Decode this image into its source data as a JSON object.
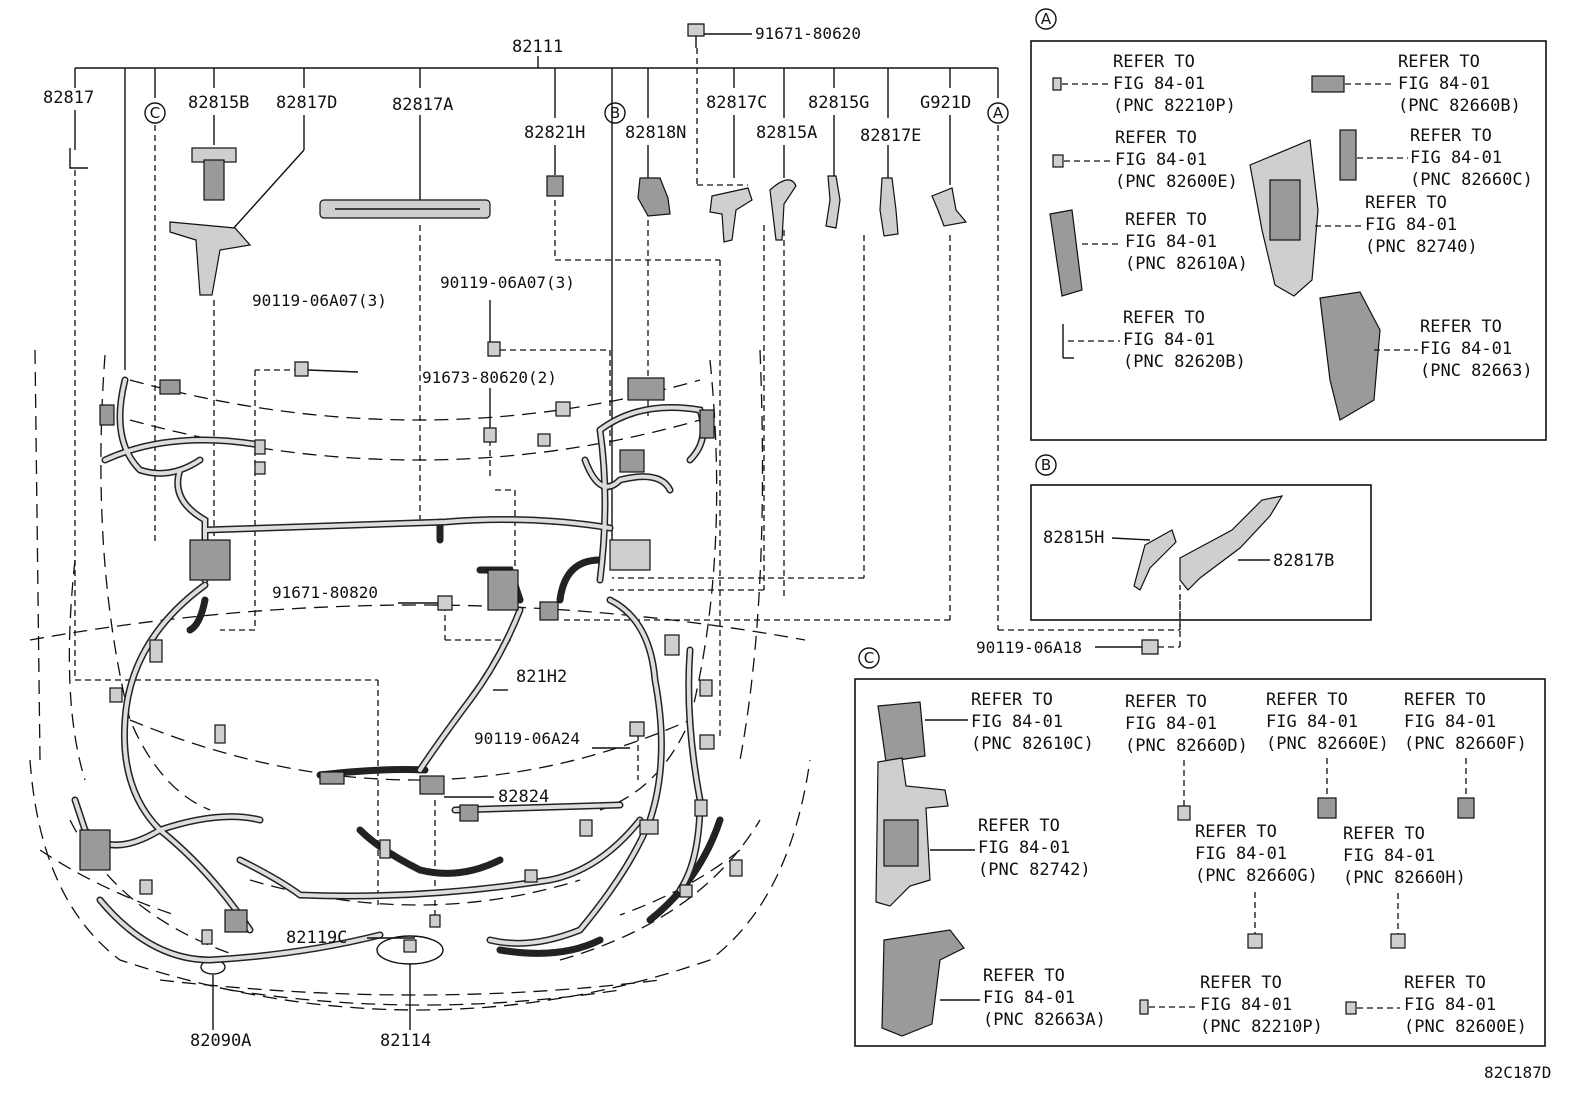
{
  "callouts": {
    "c82111": "82111",
    "c82817": "82817",
    "c82815B": "82815B",
    "c82817D": "82817D",
    "c82817A": "82817A",
    "c82821H": "82821H",
    "c82818N": "82818N",
    "c82817C": "82817C",
    "c82815G": "82815G",
    "c82815A": "82815A",
    "c82817E": "82817E",
    "cG921D": "G921D",
    "c91671_80620": "91671-80620",
    "c90119_06A07_left": "90119-06A07(3)",
    "c90119_06A07_mid": "90119-06A07(3)",
    "c91673_80620": "91673-80620(2)",
    "c91671_80820": "91671-80820",
    "c821H2": "821H2",
    "c90119_06A24": "90119-06A24",
    "c82824": "82824",
    "c82119C": "82119C",
    "c82090A": "82090A",
    "c82114": "82114",
    "c90119_06A18": "90119-06A18",
    "c82815H": "82815H",
    "c82817B": "82817B"
  },
  "circle_tags": {
    "A": "A",
    "B": "B",
    "C": "C"
  },
  "refer": {
    "refer_to": "REFER TO",
    "fig": "FIG 84-01"
  },
  "panel_a": {
    "tag": "A",
    "items": [
      {
        "pnc": "(PNC 82210P)"
      },
      {
        "pnc": "(PNC 82660B)"
      },
      {
        "pnc": "(PNC 82600E)"
      },
      {
        "pnc": "(PNC 82660C)"
      },
      {
        "pnc": "(PNC 82740)"
      },
      {
        "pnc": "(PNC 82610A)"
      },
      {
        "pnc": "(PNC 82620B)"
      },
      {
        "pnc": "(PNC 82663)"
      }
    ]
  },
  "panel_b": {
    "tag": "B"
  },
  "panel_c": {
    "tag": "C",
    "items": [
      {
        "pnc": "(PNC 82610C)"
      },
      {
        "pnc": "(PNC 82660D)"
      },
      {
        "pnc": "(PNC 82660E)"
      },
      {
        "pnc": "(PNC 82660F)"
      },
      {
        "pnc": "(PNC 82742)"
      },
      {
        "pnc": "(PNC 82660G)"
      },
      {
        "pnc": "(PNC 82660H)"
      },
      {
        "pnc": "(PNC 82663A)"
      },
      {
        "pnc": "(PNC 82210P)"
      },
      {
        "pnc": "(PNC 82600E)"
      }
    ]
  },
  "diagram_code": "82C187D"
}
